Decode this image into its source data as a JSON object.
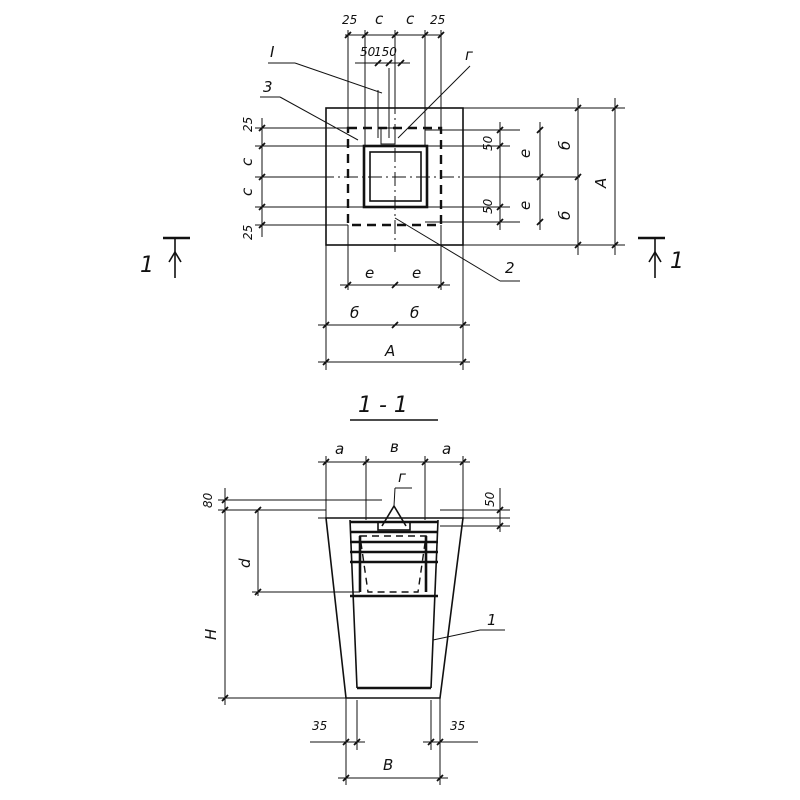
{
  "plan_view": {
    "top_dims": [
      "25",
      "c",
      "c",
      "25"
    ],
    "sub_dims": [
      "50",
      "150"
    ],
    "callouts": [
      "I",
      "3",
      "г",
      "2"
    ],
    "right_dims_small": [
      "50",
      "e",
      "50",
      "e"
    ],
    "right_dims_mid": [
      "б",
      "б"
    ],
    "right_dim_total": "A",
    "left_dims": [
      "25",
      "c",
      "c",
      "25"
    ],
    "bottom_dims_e": [
      "e",
      "e"
    ],
    "bottom_dims_b": [
      "б",
      "б"
    ],
    "bottom_dim_total": "A",
    "section_mark_left": "1",
    "section_mark_right": "1"
  },
  "section_view": {
    "title": "1 - 1",
    "top_dims": [
      "a",
      "в",
      "a"
    ],
    "left_dims": [
      "80",
      "d",
      "H"
    ],
    "right_dim": "50",
    "callouts": [
      "г",
      "1"
    ],
    "bottom_offsets": [
      "35",
      "35"
    ],
    "bottom_dim": "B"
  }
}
